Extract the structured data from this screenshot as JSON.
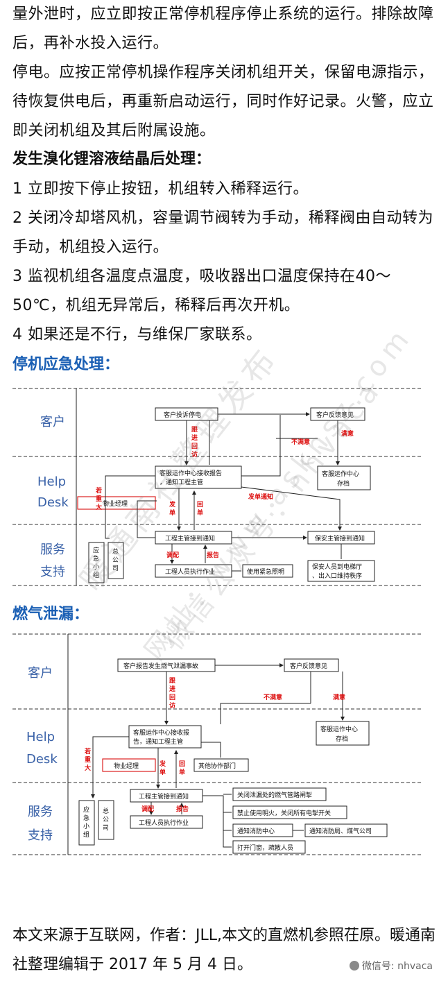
{
  "paragraphs": [
    "量外泄时，应立即按正常停机程序停止系统的运行。排除故障后，再补水投入运行。",
    "停电。应按正常停机操作程序关闭机组开关，保留电源指示，待恢复供电后，再重新启动运行，同时作好记录。火警，应立即关闭机组及其后附属设施。"
  ],
  "crystal_heading": "发生溴化锂溶液结晶后处理：",
  "crystal_steps": [
    "1  立即按下停止按钮，机组转入稀释运行。",
    "2  关闭冷却塔风机，容量调节阀转为手动，稀释阀由自动转为手动，机组投入运行。",
    "3  监视机组各温度点温度，吸收器出口温度保持在40～50℃，机组无异常后，稀释后再次开机。",
    "4  如果还是不行，与维保厂家联系。"
  ],
  "shutdown_heading": "停机应急处理：",
  "gas_heading": "燃气泄漏：",
  "lanes": {
    "customer": "客户",
    "help1": "Help",
    "help2": "Desk",
    "service1": "服务",
    "service2": "支持"
  },
  "diagram1": {
    "complaint": "客户投诉停电",
    "feedback": "客户反馈意见",
    "center1": "客服运作中心接收报告",
    "center2": "，通知工程主管",
    "archive1": "客服运作中心",
    "archive2": "存档",
    "property_manager": "物业经理",
    "eng_receive": "工程主管接到通知",
    "security_receive": "保安主管接到通知",
    "worker": "工程人员执行作业",
    "emergency_light": "使用紧急照明",
    "security_action1": "保安人员到电梯厅",
    "security_action2": "、出入口维持秩序",
    "team": [
      "应",
      "急",
      "小",
      "组"
    ],
    "hq": [
      "总",
      "公",
      "司"
    ],
    "follow": [
      "跟",
      "进",
      "回",
      "访"
    ],
    "unsatisfied": "不满意",
    "satisfied": "满意",
    "if_major": [
      "若",
      "重",
      "大"
    ],
    "dispatch": [
      "发",
      "单"
    ],
    "reply": [
      "回",
      "单"
    ],
    "dispatch_notice": "发单通知",
    "allocate": "调配",
    "report": "报告"
  },
  "diagram2": {
    "report": "客户报告发生燃气泄漏事故",
    "feedback": "客户反馈意见",
    "center1": "客服运作中心接收报",
    "center2": "告，通知工程主管",
    "archive1": "客服运作中心",
    "archive2": "存档",
    "property_manager": "物业经理",
    "other_dept": "其他协作部门",
    "eng_receive": "工程主管接到通知",
    "worker": "工程人员执行作业",
    "action1": "关闭泄漏处的燃气管路闸掣",
    "action2": "禁止使用明火，关闭所有电掣开关",
    "action3": "通知消防中心",
    "action3b": "通知消防局、煤气公司",
    "action4": "打开门窗，疏散人员",
    "team": [
      "应",
      "急",
      "小",
      "组"
    ],
    "hq": [
      "总",
      "公",
      "司"
    ],
    "follow": [
      "跟",
      "进",
      "回",
      "访"
    ],
    "unsatisfied": "不满意",
    "satisfied": "满意",
    "if_major": [
      "若",
      "重",
      "大"
    ],
    "dispatch": [
      "发",
      "单"
    ],
    "reply": [
      "回",
      "单"
    ],
    "allocate": "调配",
    "report_label": "报告"
  },
  "watermark": {
    "line1": "暖通南社整理发布",
    "line2": "网址：www.asknsz.com",
    "line3": "微信公众号：nhvaca"
  },
  "footer": "本文来源于互联网，作者：JLL,本文的直燃机参照茌原。暖通南社整理编辑于 2017 年 5 月 4 日。",
  "badge": "微信号: nhvaca",
  "colors": {
    "heading_blue": "#1a5fb4",
    "red": "#d22",
    "lane_blue": "#3a62a8"
  }
}
